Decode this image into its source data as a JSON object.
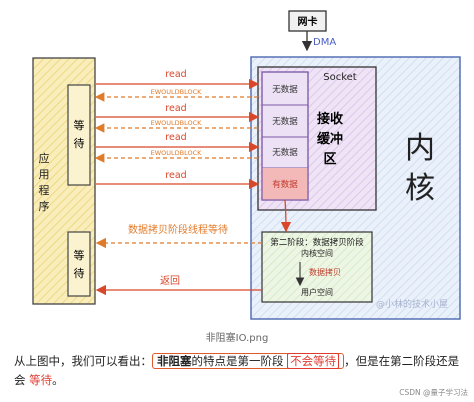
{
  "diagram": {
    "network_card": "网卡",
    "dma": "DMA",
    "app_process": [
      "应",
      "用",
      "程",
      "序"
    ],
    "wait_top": [
      "等",
      "待"
    ],
    "wait_bottom": [
      "等",
      "待"
    ],
    "kernel": [
      "内",
      "核"
    ],
    "socket": "Socket",
    "receive_buffer": [
      "接收",
      "缓冲",
      "区"
    ],
    "no_data": "无数据",
    "has_data": "有数据",
    "read": "read",
    "ewouldblock": "EWOULDBLOCK",
    "copy_wait": "数据拷贝阶段线程等待",
    "stage_two": "第二阶段：数据拷贝阶段",
    "kernel_space": "内核空间",
    "data_copy": "数据拷贝",
    "user_space": "用户空间",
    "return": "返回",
    "watermark": "@小林的技术小屋"
  },
  "caption": "非阻塞IO.png",
  "text": {
    "prefix": "从上图中，我们可以看出：",
    "nonblocking": "非阻塞",
    "mid": "的特点是第一阶段",
    "not_wait": "不会等待",
    "suffix": "，但是在第二阶段还是会",
    "wait": "等待",
    "end": "。"
  },
  "footer": "CSDN @量子学习法",
  "colors": {
    "app_fill": "#f7e7a6",
    "kernel_fill": "#e3ecf7",
    "socket_fill": "#ede1f5",
    "stage_fill": "#e7f3dd",
    "arrow_red": "#d9472b",
    "arrow_orange": "#e07b2a",
    "text_red": "#e03b2f"
  }
}
